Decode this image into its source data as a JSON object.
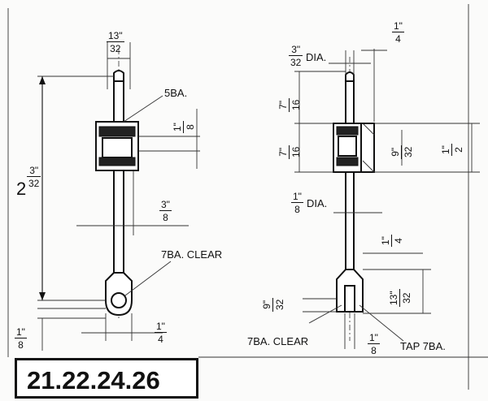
{
  "drawing_number": "21.22.24.26",
  "left_view": {
    "dim_top_width": {
      "num": "13\"",
      "den": "32"
    },
    "dim_overall": {
      "whole": "2",
      "num": "3\"",
      "den": "32"
    },
    "thread_top": "5BA.",
    "dim_block": {
      "num": "1\"",
      "den": "8"
    },
    "dim_mid": {
      "num": "3\"",
      "den": "8"
    },
    "hole_label": "7BA. CLEAR",
    "dim_bottom": {
      "num": "1\"",
      "den": "8"
    },
    "dim_eye": {
      "num": "1\"",
      "den": "4"
    }
  },
  "right_view": {
    "dim_pin_dia": {
      "num": "3\"",
      "den": "32",
      "suffix": "DIA."
    },
    "dim_plate": {
      "num": "1\"",
      "den": "4"
    },
    "dim_upper": {
      "num": "7\"",
      "den": "16"
    },
    "dim_lower": {
      "num": "7\"",
      "den": "16"
    },
    "dim_block": {
      "num": "9\"",
      "den": "32"
    },
    "dim_height": {
      "num": "1\"",
      "den": "2"
    },
    "dim_rod_dia": {
      "num": "1\"",
      "den": "8",
      "suffix": "DIA."
    },
    "dim_fork_offset": {
      "num": "1\"",
      "den": "4"
    },
    "dim_fork": {
      "num": "13\"",
      "den": "32"
    },
    "dim_fork_slot": {
      "num": "9\"",
      "den": "32"
    },
    "hole_label": "7BA. CLEAR",
    "dim_fork_tip": {
      "num": "1\"",
      "den": "8"
    },
    "tap_label": "TAP 7BA."
  }
}
